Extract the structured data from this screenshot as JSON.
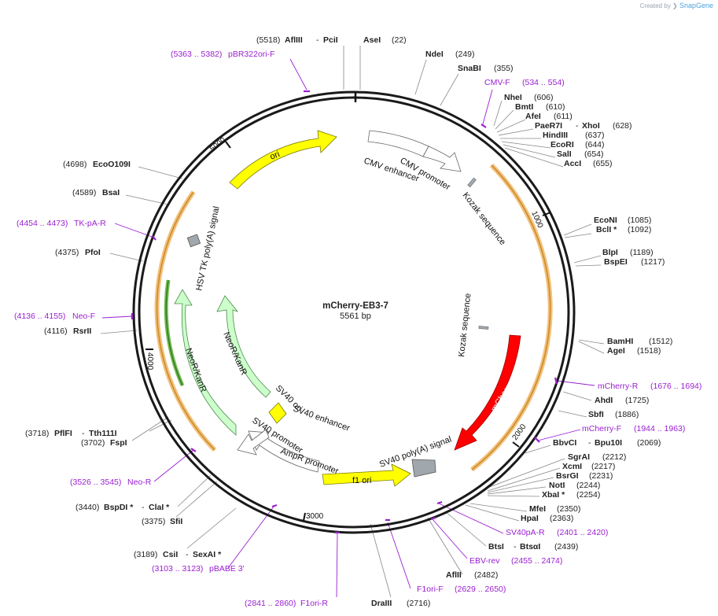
{
  "credit": {
    "prefix": "Created by",
    "brand": "SnapGene"
  },
  "plasmid": {
    "name": "mCherry-EB3-7",
    "size": "5561 bp"
  },
  "ticks": [
    "1000",
    "2000",
    "3000",
    "4000",
    "5000"
  ],
  "features": {
    "ori": "ori",
    "cmv_enhancer": "CMV enhancer",
    "cmv_promoter": "CMV promoter",
    "kozak1": "Kozak sequence",
    "kozak2": "Kozak sequence",
    "mcherry": "mCherry",
    "sv40_polya": "SV40 poly(A) signal",
    "f1_ori": "f1 ori",
    "ampr_promoter": "AmpR promoter",
    "sv40_promoter": "SV40 promoter",
    "sv40_enhancer": "SV40 enhancer",
    "sv40_ori": "SV40 ori",
    "neor_inner": "NeoR/KanR",
    "neor_outer": "NeoR/KanR",
    "hsv_tk": "HSV TK poly(A) signal"
  },
  "labels": {
    "aflIII_pciI": {
      "pos": "(5518)",
      "name1": "AflIII",
      "sep": "-",
      "name2": "PciI"
    },
    "aseI": {
      "name": "AseI",
      "pos": "(22)"
    },
    "pbr322": {
      "range": "(5363 .. 5382)",
      "name": "pBR322ori-F"
    },
    "ndeI": {
      "name": "NdeI",
      "pos": "(249)"
    },
    "snaBI": {
      "name": "SnaBI",
      "pos": "(355)"
    },
    "cmvF": {
      "name": "CMV-F",
      "range": "(534 .. 554)"
    },
    "nheI": {
      "name": "NheI",
      "pos": "(606)"
    },
    "bmtI": {
      "name": "BmtI",
      "pos": "(610)"
    },
    "afeI": {
      "name": "AfeI",
      "pos": "(611)"
    },
    "paeR7I_xhoI": {
      "name1": "PaeR7I",
      "sep": "-",
      "name2": "XhoI",
      "pos": "(628)"
    },
    "hindIII": {
      "name": "HindIII",
      "pos": "(637)"
    },
    "ecoRI": {
      "name": "EcoRI",
      "pos": "(644)"
    },
    "salI": {
      "name": "SalI",
      "pos": "(654)"
    },
    "accI": {
      "name": "AccI",
      "pos": "(655)"
    },
    "ecoO109I": {
      "pos": "(4698)",
      "name": "EcoO109I"
    },
    "bsaI": {
      "pos": "(4589)",
      "name": "BsaI"
    },
    "tkpaR": {
      "range": "(4454 .. 4473)",
      "name": "TK-pA-R"
    },
    "pfoI": {
      "pos": "(4375)",
      "name": "PfoI"
    },
    "neoF": {
      "range": "(4136 .. 4155)",
      "name": "Neo-F"
    },
    "rsrII": {
      "pos": "(4116)",
      "name": "RsrII"
    },
    "ecoNI": {
      "name": "EcoNI",
      "pos": "(1085)"
    },
    "bclI": {
      "name": "BclI *",
      "pos": "(1092)"
    },
    "blpI": {
      "name": "BlpI",
      "pos": "(1189)"
    },
    "bspEI": {
      "name": "BspEI",
      "pos": "(1217)"
    },
    "bamHI": {
      "name": "BamHI",
      "pos": "(1512)"
    },
    "ageI": {
      "name": "AgeI",
      "pos": "(1518)"
    },
    "mcherryR": {
      "name": "mCherry-R",
      "range": "(1676 .. 1694)"
    },
    "ahdI": {
      "name": "AhdI",
      "pos": "(1725)"
    },
    "sbfI": {
      "name": "SbfI",
      "pos": "(1886)"
    },
    "mcherryF": {
      "name": "mCherry-F",
      "range": "(1944 .. 1963)"
    },
    "bbvCI_bpu10I": {
      "name1": "BbvCI",
      "sep": "-",
      "name2": "Bpu10I",
      "pos": "(2069)"
    },
    "sgrAI": {
      "name": "SgrAI",
      "pos": "(2212)"
    },
    "xcmI": {
      "name": "XcmI",
      "pos": "(2217)"
    },
    "bsrGI": {
      "name": "BsrGI",
      "pos": "(2231)"
    },
    "notI": {
      "name": "NotI",
      "pos": "(2244)"
    },
    "xbaI": {
      "name": "XbaI *",
      "pos": "(2254)"
    },
    "mfeI": {
      "name": "MfeI",
      "pos": "(2350)"
    },
    "hpaI": {
      "name": "HpaI",
      "pos": "(2363)"
    },
    "sv40paR": {
      "name": "SV40pA-R",
      "range": "(2401 .. 2420)"
    },
    "bstI_bstqI": {
      "name1": "BtsI",
      "sep": "-",
      "name2": "BtsαI",
      "pos": "(2439)"
    },
    "ebvrev": {
      "name": "EBV-rev",
      "range": "(2455 .. 2474)"
    },
    "aflII": {
      "name": "AflII",
      "pos": "(2482)"
    },
    "f1oriF": {
      "name": "F1ori-F",
      "range": "(2629 .. 2650)"
    },
    "draIII": {
      "name": "DraIII",
      "pos": "(2716)"
    },
    "f1oriR": {
      "range": "(2841 .. 2860)",
      "name": "F1ori-R"
    },
    "pbabe3": {
      "range": "(3103 .. 3123)",
      "name": "pBABE 3'"
    },
    "csiI_sexAI": {
      "pos": "(3189)",
      "name1": "CsiI",
      "sep": "-",
      "name2": "SexAI *"
    },
    "sfiI": {
      "pos": "(3375)",
      "name": "SfiI"
    },
    "bspDI_claI": {
      "pos": "(3440)",
      "name1": "BspDI *",
      "sep": "-",
      "name2": "ClaI *"
    },
    "neoR": {
      "range": "(3526 .. 3545)",
      "name": "Neo-R"
    },
    "pflFI_tth111I": {
      "pos": "(3718)",
      "name1": "PflFI",
      "sep": "-",
      "name2": "Tth111I"
    },
    "fspI": {
      "pos": "(3702)",
      "name": "FspI"
    }
  },
  "colors": {
    "backbone": "#1a1a1a",
    "ori": "#ffff00",
    "mcherry": "#ff0000",
    "neor": "#ccffcc",
    "promoter": "#ffffff",
    "polya": "#a0a8ae",
    "primer": "#9a1fd1",
    "orf_outline": "#f5c07a"
  }
}
